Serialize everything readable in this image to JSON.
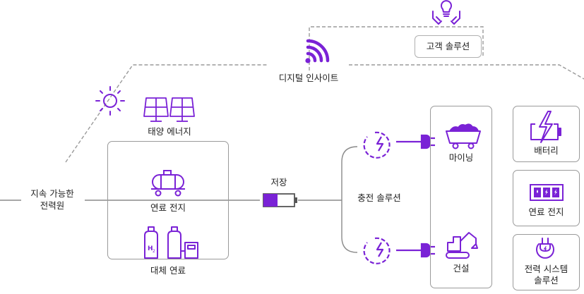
{
  "labels": {
    "customer_solution": "고객 솔루션",
    "digital_insight": "디지털 인사이트",
    "sustainable_power_line1": "지속 가능한",
    "sustainable_power_line2": "전력원",
    "solar_energy": "태양 에너지",
    "fuel_cell": "연료 전지",
    "alt_fuel": "대체 연료",
    "storage": "저장",
    "charging_solution": "충전 솔루션",
    "mining": "마이닝",
    "construction": "건설",
    "battery": "배터리",
    "fuel_cell_right": "연료 전지",
    "power_system_line1": "전력 시스템",
    "power_system_line2": "솔루션"
  },
  "icons": {
    "hands_bulb": "hands-lightbulb-icon",
    "wifi": "wifi-signal-icon",
    "sun": "sun-icon",
    "solar_panels": "solar-panel-icon",
    "fuel_tank": "fuel-tank-icon",
    "hydrogen": "hydrogen-tank-icon",
    "battery_low": "battery-icon",
    "charger": "charging-plug-icon",
    "mine_cart": "mine-cart-icon",
    "excavator": "excavator-icon",
    "lightning_battery": "lightning-battery-icon",
    "fuel_cell_module": "fuel-cell-module-icon",
    "power_plug": "power-plug-icon"
  },
  "colors": {
    "accent": "#7a22d6",
    "line": "#8a8a8a",
    "dashed": "#9a9a9a",
    "text": "#222222"
  }
}
